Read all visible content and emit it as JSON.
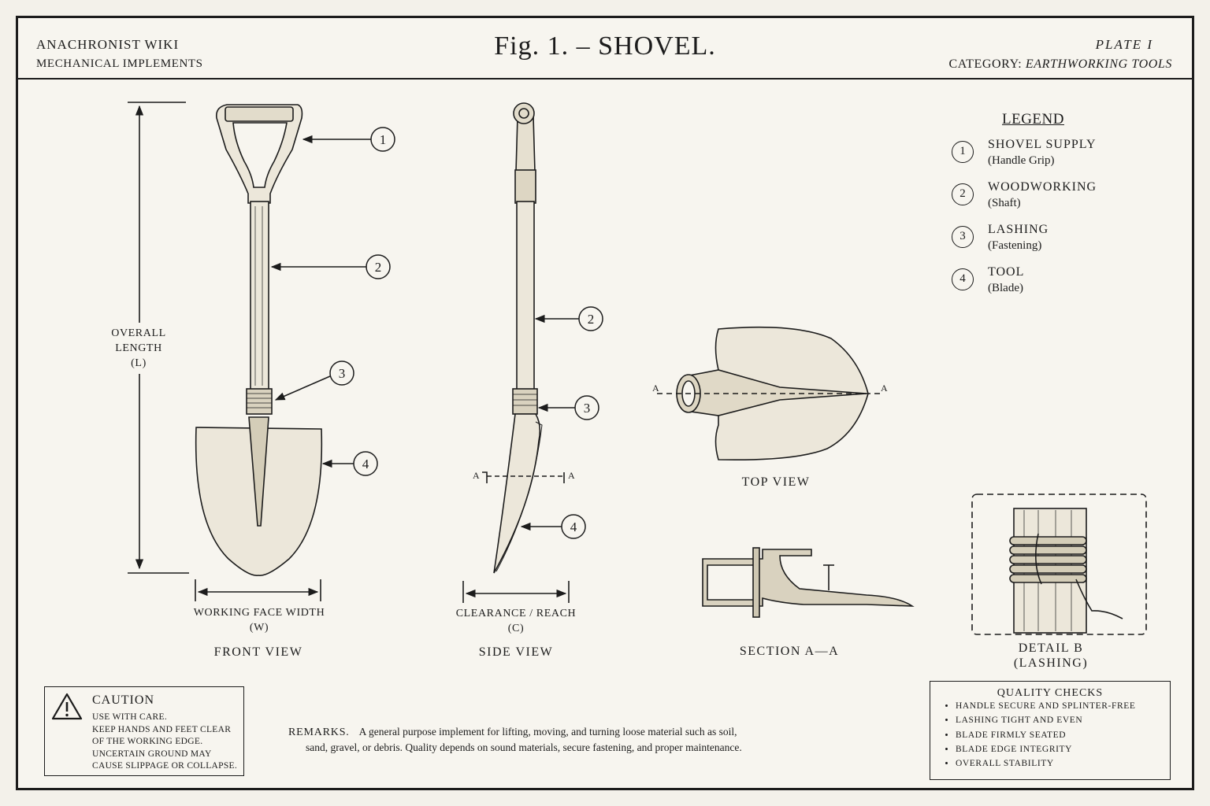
{
  "header": {
    "site": "ANACHRONIST WIKI",
    "section": "MECHANICAL IMPLEMENTS",
    "title": "Fig. 1. – SHOVEL.",
    "plate": "PLATE I",
    "category_label": "CATEGORY:",
    "category_value": "EARTHWORKING TOOLS"
  },
  "callouts": [
    "1",
    "2",
    "3",
    "4",
    "2",
    "3",
    "4"
  ],
  "dimensions": {
    "length_label": [
      "OVERALL",
      "LENGTH",
      "(L)"
    ],
    "width_label": [
      "WORKING FACE WIDTH",
      "(W)"
    ],
    "clearance_label": [
      "CLEARANCE / REACH",
      "(C)"
    ],
    "section_marks": [
      "A",
      "A",
      "A",
      "A"
    ]
  },
  "views": {
    "front": "FRONT VIEW",
    "side": "SIDE VIEW",
    "top": "TOP VIEW",
    "section": "SECTION A—A",
    "detail": [
      "DETAIL B",
      "(LASHING)"
    ]
  },
  "legend": {
    "title": "LEGEND",
    "items": [
      {
        "num": "1",
        "name": "SHOVEL SUPPLY",
        "sub": "(Handle Grip)"
      },
      {
        "num": "2",
        "name": "WOODWORKING",
        "sub": "(Shaft)"
      },
      {
        "num": "3",
        "name": "LASHING",
        "sub": "(Fastening)"
      },
      {
        "num": "4",
        "name": "TOOL",
        "sub": "(Blade)"
      }
    ]
  },
  "caution": {
    "icon": "warning-triangle-icon",
    "title": "CAUTION",
    "lines": [
      "USE WITH CARE.",
      "KEEP HANDS AND FEET CLEAR",
      "OF THE WORKING EDGE.",
      "UNCERTAIN GROUND MAY",
      "CAUSE SLIPPAGE OR COLLAPSE."
    ]
  },
  "remarks": {
    "label": "REMARKS.",
    "line1": "A general purpose implement for lifting, moving, and turning loose material such as soil,",
    "line2": "sand, gravel, or debris. Quality depends on sound materials, secure fastening, and proper maintenance."
  },
  "quality_checks": {
    "title": "QUALITY CHECKS",
    "items": [
      "HANDLE SECURE AND SPLINTER-FREE",
      "LASHING TIGHT AND EVEN",
      "BLADE FIRMLY SEATED",
      "BLADE EDGE INTEGRITY",
      "OVERALL STABILITY"
    ]
  }
}
